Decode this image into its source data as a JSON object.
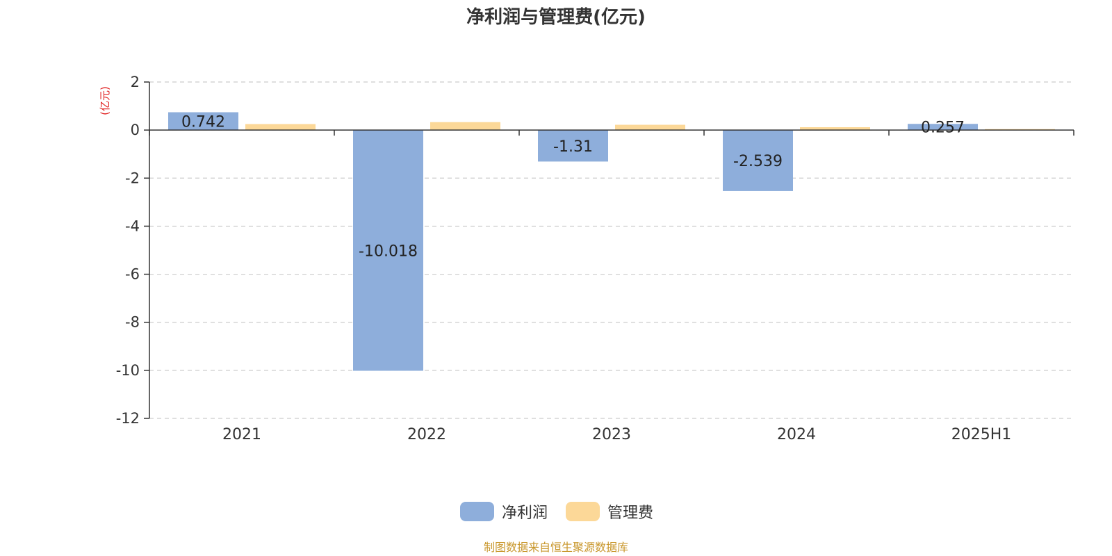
{
  "chart_data": {
    "type": "bar",
    "title": "净利润与管理费(亿元)",
    "ylabel": "(亿元)",
    "xlabel": "",
    "categories": [
      "2021",
      "2022",
      "2023",
      "2024",
      "2025H1"
    ],
    "series": [
      {
        "name": "净利润",
        "values": [
          0.742,
          -10.018,
          -1.31,
          -2.539,
          0.257
        ],
        "color": "#8eaedb",
        "show_labels": true
      },
      {
        "name": "管理费",
        "values": [
          0.25,
          0.33,
          0.22,
          0.12,
          0.04
        ],
        "color": "#fcd898",
        "show_labels": false
      }
    ],
    "ylim": [
      -12,
      2
    ],
    "yticks": [
      2,
      0,
      -2,
      -4,
      -6,
      -8,
      -10,
      -12
    ],
    "grid": true,
    "legend_position": "bottom",
    "unit_color": "#e02020",
    "source": "制图数据来自恒生聚源数据库",
    "source_color": "#c8962a"
  }
}
